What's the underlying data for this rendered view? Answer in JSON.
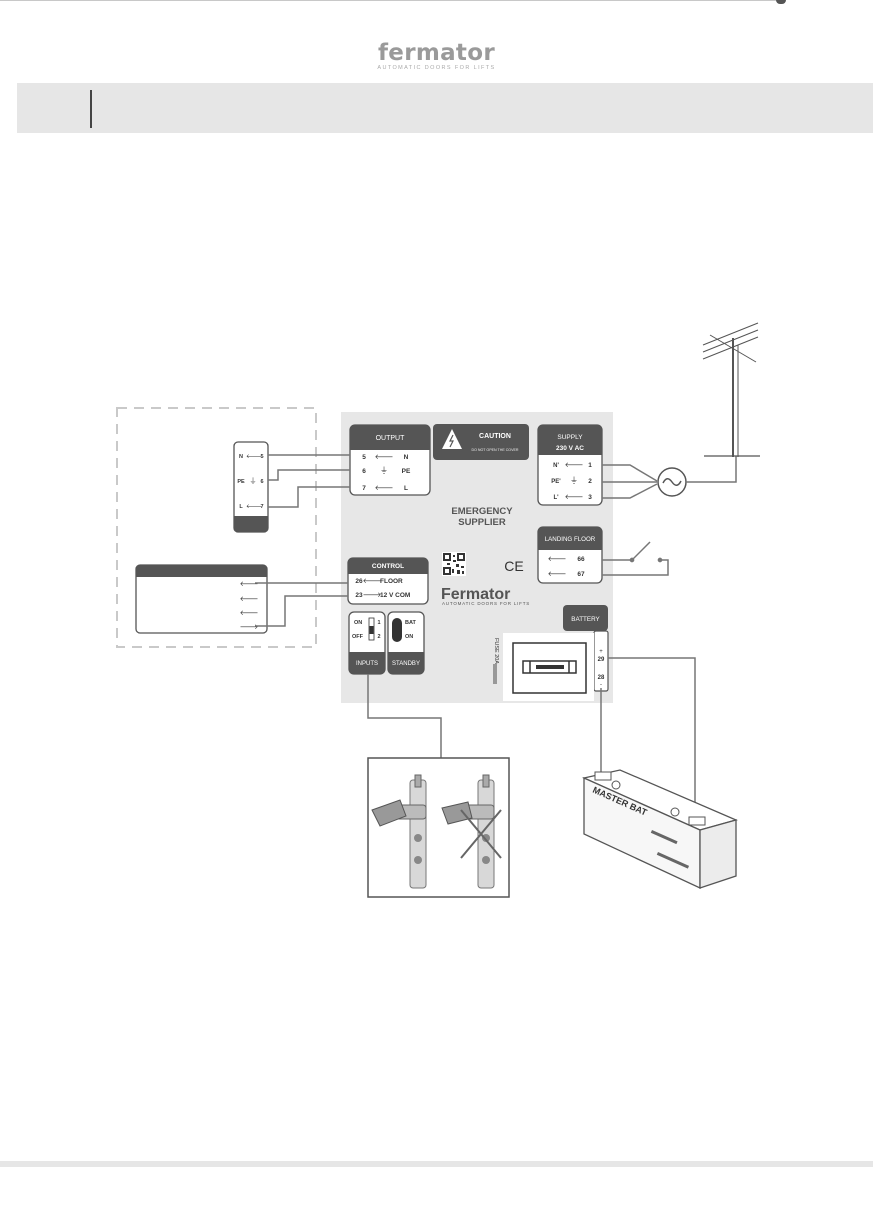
{
  "brand": {
    "name": "fermator",
    "tagline": "AUTOMATIC DOORS FOR LIFTS"
  },
  "panel": {
    "title_line1": "EMERGENCY",
    "title_line2": "SUPPLIER",
    "ce_mark": "CE",
    "brand": "Fermator",
    "tagline": "AUTOMATIC DOORS FOR LIFTS",
    "fuse_label": "FUSE 20A",
    "caution": {
      "title": "CAUTION",
      "subtitle": "DO NOT OPEN THE COVER"
    }
  },
  "output_block": {
    "title": "OUTPUT",
    "rows": [
      {
        "term": "5",
        "label": "N"
      },
      {
        "term": "6",
        "label": "PE"
      },
      {
        "term": "7",
        "label": "L"
      }
    ]
  },
  "supply_block": {
    "title_line1": "SUPPLY",
    "title_line2": "230 V AC",
    "rows": [
      {
        "label": "N'",
        "term": "1"
      },
      {
        "label": "PE'",
        "term": "2"
      },
      {
        "label": "L'",
        "term": "3"
      }
    ]
  },
  "landing_block": {
    "title": "LANDING FLOOR",
    "rows": [
      {
        "term": "66"
      },
      {
        "term": "67"
      }
    ]
  },
  "control_block": {
    "title": "CONTROL",
    "rows": [
      {
        "term": "26",
        "label": "FLOOR"
      },
      {
        "term": "23",
        "label": "12 V COM"
      }
    ]
  },
  "inputs_block": {
    "on": "ON",
    "off": "OFF",
    "pos1": "1",
    "pos2": "2",
    "title": "INPUTS"
  },
  "standby_block": {
    "bat": "BAT",
    "on": "ON",
    "title": "STANDBY"
  },
  "battery_block": {
    "title": "BATTERY",
    "plus": "+",
    "term_plus": "29",
    "term_minus": "28",
    "minus": "-"
  },
  "external_terminal": {
    "rows": [
      {
        "label": "N",
        "term": "5"
      },
      {
        "label": "PE",
        "term": "6"
      },
      {
        "label": "L",
        "term": "7"
      }
    ]
  },
  "battery": {
    "label": "MASTER BAT"
  }
}
